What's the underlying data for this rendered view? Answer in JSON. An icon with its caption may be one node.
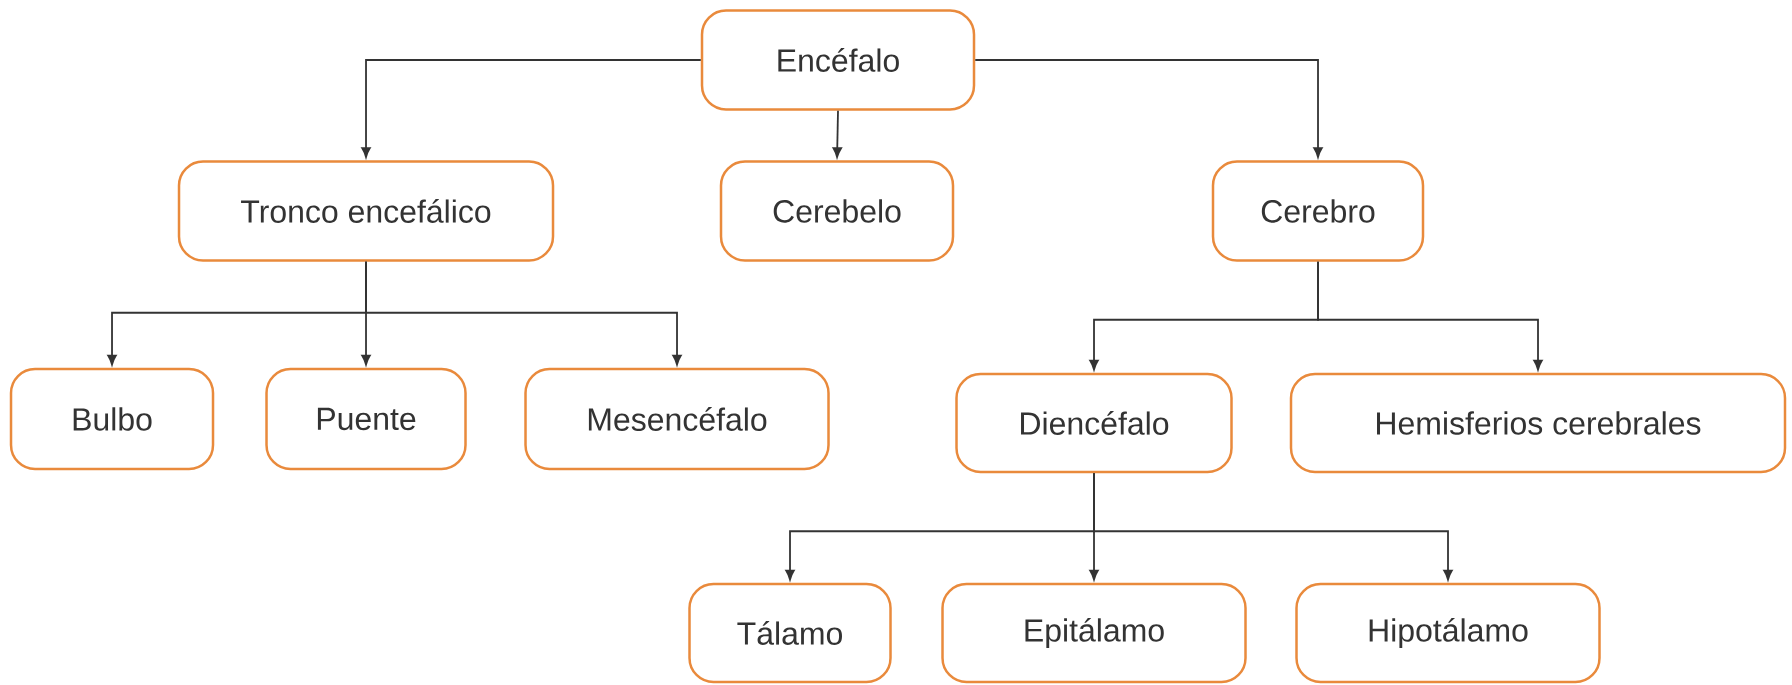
{
  "diagram": {
    "nodes": [
      {
        "text": [
          "Encéfalo"
        ]
      },
      {
        "text": [
          "Tronco encefálico"
        ]
      },
      {
        "text": [
          "Cerebelo"
        ]
      },
      {
        "text": [
          "Cerebro"
        ]
      },
      {
        "text": [
          "Bulbo"
        ]
      },
      {
        "text": [
          "Puente"
        ]
      },
      {
        "text": [
          "Mesencéfalo"
        ]
      },
      {
        "text": [
          "Diencéfalo"
        ]
      },
      {
        "text": [
          "Hemisferios cerebrales"
        ]
      },
      {
        "text": [
          "Tálamo"
        ]
      },
      {
        "text": [
          "Epitálamo"
        ]
      },
      {
        "text": [
          "Hipotálamo"
        ]
      }
    ],
    "edges": [
      {
        "from": 0,
        "to": 1,
        "arrow": "to"
      },
      {
        "from": 0,
        "to": 2,
        "arrow": "to"
      },
      {
        "from": 0,
        "to": 3,
        "arrow": "to"
      },
      {
        "from": 1,
        "to": 4,
        "arrow": "to"
      },
      {
        "from": 1,
        "to": 5,
        "arrow": "to"
      },
      {
        "from": 1,
        "to": 6,
        "arrow": "to"
      },
      {
        "from": 3,
        "to": 7,
        "arrow": "to"
      },
      {
        "from": 3,
        "to": 8,
        "arrow": "to"
      },
      {
        "from": 7,
        "to": 9,
        "arrow": "to"
      },
      {
        "from": 7,
        "to": 10,
        "arrow": "to"
      },
      {
        "from": 7,
        "to": 11,
        "arrow": "to"
      }
    ]
  }
}
